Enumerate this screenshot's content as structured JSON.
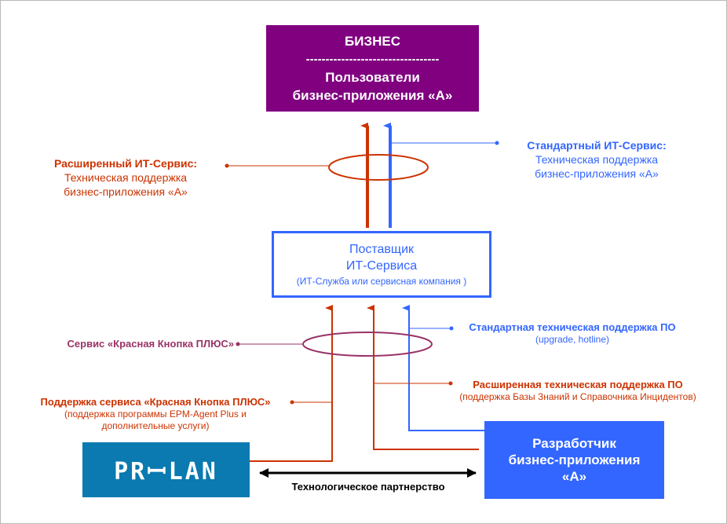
{
  "business": {
    "title": "БИЗНЕС",
    "separator": "----------------------------------",
    "line1": "Пользователи",
    "line2": "бизнес-приложения «А»"
  },
  "extended_it_service": {
    "title": "Расширенный ИТ-Сервис:",
    "line1": "Техническая поддержка",
    "line2": "бизнес-приложения «А»"
  },
  "standard_it_service": {
    "title": "Стандартный ИТ-Сервис:",
    "line1": "Техническая поддержка",
    "line2": "бизнес-приложения «А»"
  },
  "provider": {
    "line1": "Поставщик",
    "line2": "ИТ-Сервиса",
    "note": "(ИТ-Служба или сервисная компания )"
  },
  "red_button_service": {
    "title": "Сервис «Красная Кнопка ПЛЮС»"
  },
  "standard_sw_support": {
    "title": "Стандартная техническая поддержка ПО",
    "note": "(upgrade, hotline)"
  },
  "extended_sw_support": {
    "title": "Расширенная техническая поддержка ПО",
    "note": "(поддержка Базы Знаний и Справочника Инцидентов)"
  },
  "red_button_support": {
    "title": "Поддержка сервиса «Красная Кнопка ПЛЮС»",
    "note1": "(поддержка программы EPM-Agent Plus и",
    "note2": "дополнительные услуги)"
  },
  "prolan": {
    "logo": "PRꟷLAN"
  },
  "developer": {
    "line1": "Разработчик",
    "line2": "бизнес-приложения",
    "line3": "«А»"
  },
  "partnership": {
    "label": "Технологическое партнерство"
  },
  "colors": {
    "red": "#cc3300",
    "blue": "#3366ff",
    "purple": "#800080",
    "purple_ring": "#993366",
    "prolan_blue": "#0a7ab0"
  }
}
